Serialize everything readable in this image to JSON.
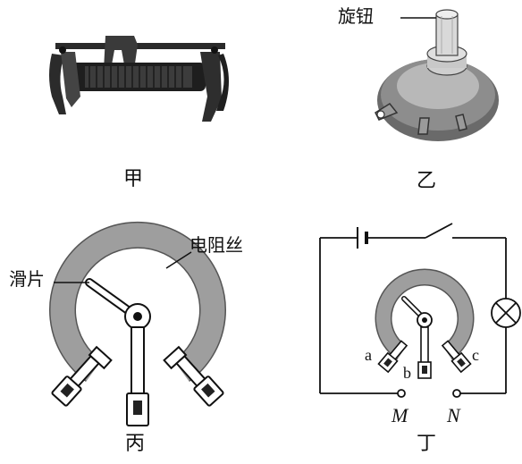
{
  "captions": {
    "jia": "甲",
    "yi": "乙",
    "bing": "丙",
    "ding": "丁"
  },
  "labels": {
    "knob": "旋钮",
    "resistance_wire": "电阻丝",
    "slider": "滑片"
  },
  "terminals": {
    "a": "a",
    "b": "b",
    "c": "c"
  },
  "nodes": {
    "m": "M",
    "n": "N"
  }
}
